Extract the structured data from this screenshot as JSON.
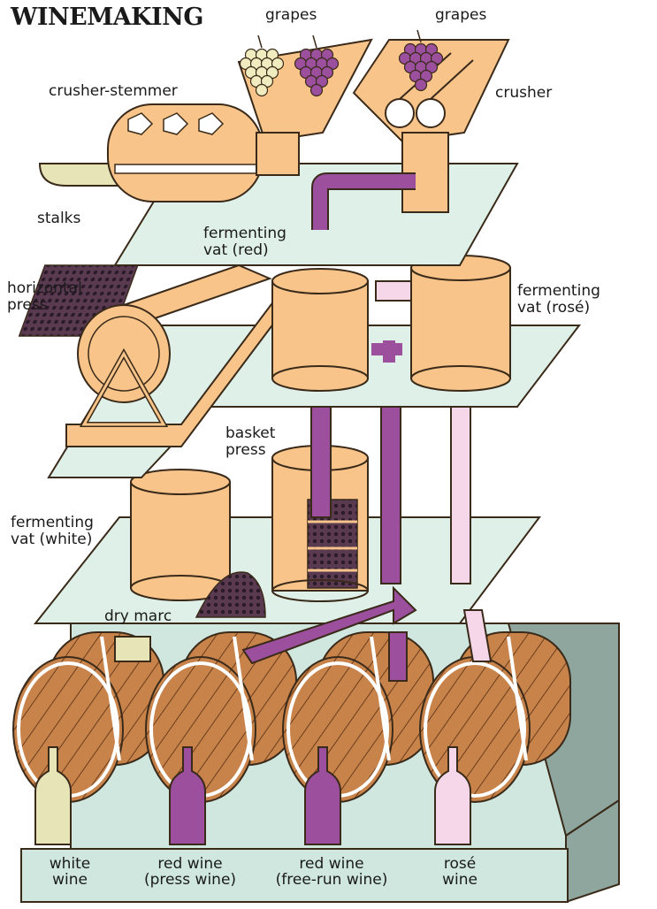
{
  "title": "WINEMAKING",
  "labels": {
    "grapes_left": "grapes",
    "grapes_right": "grapes",
    "crusher_stemmer": "crusher-stemmer",
    "crusher": "crusher",
    "stalks": "stalks",
    "fermenting_vat_red": "fermenting\nvat (red)",
    "horizontal_press": "horizontal\npress",
    "fermenting_vat_rose": "fermenting\nvat (rosé)",
    "basket_press": "basket\npress",
    "fermenting_vat_white": "fermenting\nvat (white)",
    "dry_marc": "dry marc"
  },
  "bottom_labels": [
    "white\nwine",
    "red wine\n(press wine)",
    "red wine\n(free-run wine)",
    "rosé\nwine"
  ],
  "colors": {
    "equipment": "#f8c48a",
    "outline": "#3a2a1a",
    "platform": "#dff0e8",
    "red_wine": "#9b4f9c",
    "rose_wine": "#f6d7ea",
    "white_wine": "#e7e4b8",
    "barrel": "#c8834a",
    "base_front": "#cfe7df",
    "base_side": "#8ea69e",
    "grapes_white": "#f0ecc0",
    "grapes_red": "#9b4f9c"
  }
}
